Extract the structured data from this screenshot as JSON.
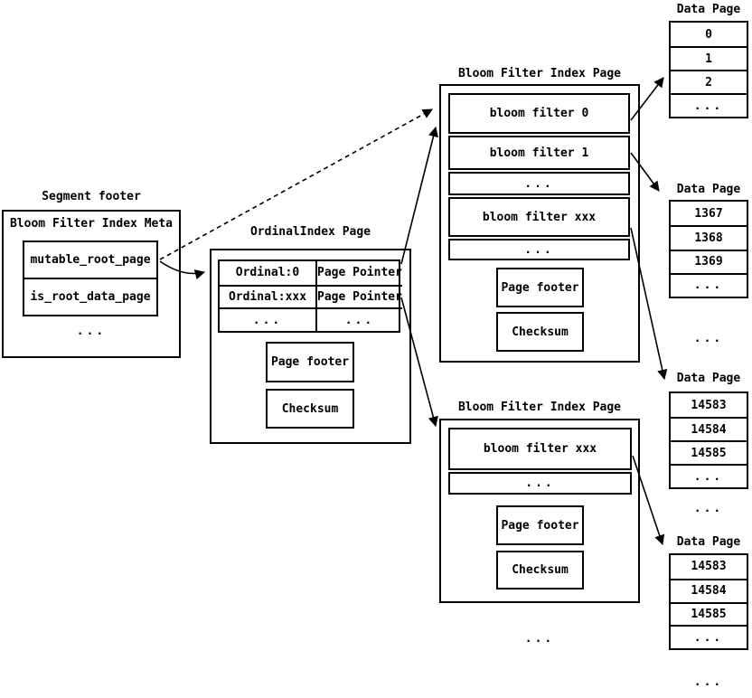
{
  "colors": {
    "line": "#000000",
    "background": "#ffffff"
  },
  "segment_footer": {
    "title": "Segment footer",
    "meta_title": "Bloom Filter Index Meta",
    "fields": [
      "mutable_root_page",
      "is_root_data_page"
    ],
    "ellipsis": "..."
  },
  "ordinal_index_page": {
    "title": "OrdinalIndex Page",
    "table": {
      "rows": [
        {
          "ordinal": "Ordinal:0",
          "pointer": "Page Pointer"
        },
        {
          "ordinal": "Ordinal:xxx",
          "pointer": "Page Pointer"
        },
        {
          "ordinal": "...",
          "pointer": "..."
        }
      ]
    },
    "page_footer": "Page footer",
    "checksum": "Checksum"
  },
  "bloom_filter_index_page_top": {
    "title": "Bloom Filter Index Page",
    "cells": [
      "bloom filter 0",
      "bloom filter 1",
      "...",
      "bloom filter xxx",
      "..."
    ],
    "page_footer": "Page footer",
    "checksum": "Checksum"
  },
  "bloom_filter_index_page_bottom": {
    "title": "Bloom Filter Index Page",
    "cells": [
      "bloom filter xxx",
      "..."
    ],
    "page_footer": "Page footer",
    "checksum": "Checksum",
    "ellipsis_below": "..."
  },
  "data_pages": [
    {
      "title": "Data Page",
      "cells": [
        "0",
        "1",
        "2",
        "..."
      ]
    },
    {
      "title": "Data Page",
      "cells": [
        "1367",
        "1368",
        "1369",
        "..."
      ]
    },
    {
      "title": "Data Page",
      "cells": [
        "14583",
        "14584",
        "14585",
        "..."
      ]
    },
    {
      "title": "Data Page",
      "cells": [
        "14583",
        "14584",
        "14585",
        "..."
      ]
    }
  ],
  "ellipses_between_data_pages": [
    "...",
    "...",
    "..."
  ]
}
